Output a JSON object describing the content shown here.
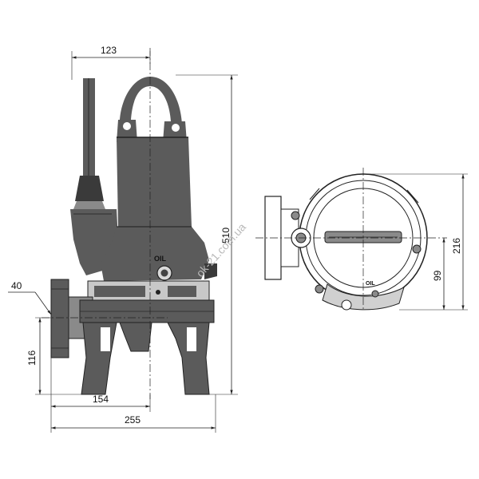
{
  "dimensions": {
    "top_width": "123",
    "overall_height": "510",
    "flange_offset": "40",
    "base_height": "116",
    "base_to_center": "154",
    "overall_width": "255",
    "plan_height": "216",
    "plan_to_center": "99"
  },
  "labels": {
    "oil_front": "OIL",
    "oil_plan": "OIL"
  },
  "watermark": "ok-21.com.ua",
  "colors": {
    "body": "#5b5b5b",
    "line": "#222222"
  }
}
